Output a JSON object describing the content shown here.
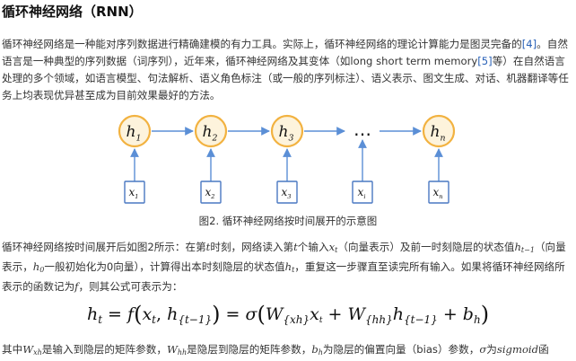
{
  "title": "循环神经网络（RNN）",
  "para1": {
    "a": "循环神经网络是一种能对序列数据进行精确建模的有力工具。实际上，循环神经网络的理论计算能力是图灵完备的",
    "ref1": "[4]",
    "b": "。自然语言是一种典型的序列数据（词序列），近年来，循环神经网络及其变体（如long short term memory",
    "ref2": "[5]",
    "c": "等）在自然语言处理的多个领域，如语言模型、句法解析、语义角色标注（或一般的序列标注）、语义表示、图文生成、对话、机器翻译等任务上均表现优异甚至成为目前效果最好的方法。"
  },
  "diagram": {
    "hidden_labels": [
      "h",
      "h",
      "h",
      "h"
    ],
    "hidden_subs": [
      "1",
      "2",
      "3",
      "n"
    ],
    "input_labels": [
      "x",
      "x",
      "x",
      "x",
      "x"
    ],
    "input_subs": [
      "1",
      "2",
      "3",
      "i",
      "n"
    ],
    "ellipsis": "…",
    "caption": "图2. 循环神经网络按时间展开的示意图",
    "colors": {
      "node_fill": "#fdf3dc",
      "node_stroke": "#f2b240",
      "arrow": "#5b8fd6",
      "input_stroke": "#4a78c2"
    }
  },
  "para2": {
    "a": "循环神经网络按时间展开后如图2所示：在第",
    "t1": "t",
    "b": "时刻，网络读入第",
    "t2": "t",
    "c": "个输入",
    "xt": "x",
    "xt_sub": "t",
    "d": "（向量表示）及前一时刻隐层的状态值",
    "ht1": "h",
    "ht1_sub": "t−1",
    "e": "（向量表示，",
    "h0": "h",
    "h0_sub": "0",
    "f": "一般初始化为0向量），计算得出本时刻隐层的状态值",
    "ht": "h",
    "ht_sub": "t",
    "g": "，重复这一步骤直至读完所有输入。如果将循环神经网络所表示的函数记为",
    "fn": "f",
    "h": "，则其公式可表示为："
  },
  "formula": {
    "lhs": "h",
    "lhs_sub": "t",
    "eq1": " = ",
    "f": "f",
    "arg1": "x",
    "arg1_sub": "t",
    "comma": ", ",
    "arg2": "h",
    "arg2_sub": "{t−1}",
    "eq2": " = ",
    "sigma": "σ",
    "w1": "W",
    "w1_sub": "{xh}",
    "w1_x": "x",
    "w1_x_sub": "t",
    "plus1": " + ",
    "w2": "W",
    "w2_sub": "{hh}",
    "w2_h": "h",
    "w2_h_sub": "{t−1}",
    "plus2": " + ",
    "b": "b",
    "b_sub": "h"
  },
  "para3": {
    "a": "其中",
    "wxh": "W",
    "wxh_sub": "xh",
    "b": "是输入到隐层的矩阵参数，",
    "whh": "W",
    "whh_sub": "hh",
    "c": "是隐层到隐层的矩阵参数，",
    "bh": "b",
    "bh_sub": "h",
    "d": "为隐层的偏置向量（bias）参数，",
    "sig": "σ",
    "e": "为",
    "sigmoid": "sigmoid",
    "f": "函"
  }
}
